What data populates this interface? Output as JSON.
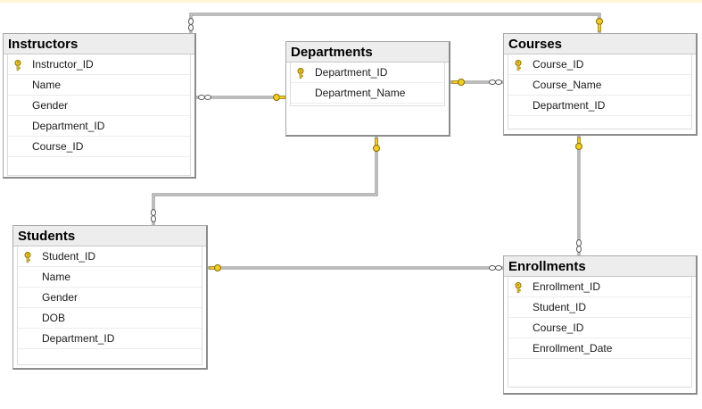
{
  "colors": {
    "key_fill": "#f2cf1f",
    "key_stroke": "#8a6d00",
    "line": "#7a7a7a",
    "header_bg": "#ededed"
  },
  "tables": {
    "instructors": {
      "title": "Instructors",
      "columns": [
        {
          "name": "Instructor_ID",
          "key": true
        },
        {
          "name": "Name",
          "key": false
        },
        {
          "name": "Gender",
          "key": false
        },
        {
          "name": "Department_ID",
          "key": false
        },
        {
          "name": "Course_ID",
          "key": false
        }
      ]
    },
    "departments": {
      "title": "Departments",
      "columns": [
        {
          "name": "Department_ID",
          "key": true
        },
        {
          "name": "Department_Name",
          "key": false
        }
      ]
    },
    "courses": {
      "title": "Courses",
      "columns": [
        {
          "name": "Course_ID",
          "key": true
        },
        {
          "name": "Course_Name",
          "key": false
        },
        {
          "name": "Department_ID",
          "key": false
        }
      ]
    },
    "students": {
      "title": "Students",
      "columns": [
        {
          "name": "Student_ID",
          "key": true
        },
        {
          "name": "Name",
          "key": false
        },
        {
          "name": "Gender",
          "key": false
        },
        {
          "name": "DOB",
          "key": false
        },
        {
          "name": "Department_ID",
          "key": false
        }
      ]
    },
    "enrollments": {
      "title": "Enrollments",
      "columns": [
        {
          "name": "Enrollment_ID",
          "key": true
        },
        {
          "name": "Student_ID",
          "key": false
        },
        {
          "name": "Course_ID",
          "key": false
        },
        {
          "name": "Enrollment_Date",
          "key": false
        }
      ]
    }
  },
  "relationships": [
    {
      "from": "departments",
      "to": "instructors",
      "cardinality": "one-to-many"
    },
    {
      "from": "departments",
      "to": "courses",
      "cardinality": "one-to-many"
    },
    {
      "from": "departments",
      "to": "students",
      "cardinality": "one-to-many"
    },
    {
      "from": "courses",
      "to": "instructors",
      "cardinality": "one-to-many"
    },
    {
      "from": "courses",
      "to": "enrollments",
      "cardinality": "one-to-many"
    },
    {
      "from": "students",
      "to": "enrollments",
      "cardinality": "one-to-many"
    }
  ]
}
